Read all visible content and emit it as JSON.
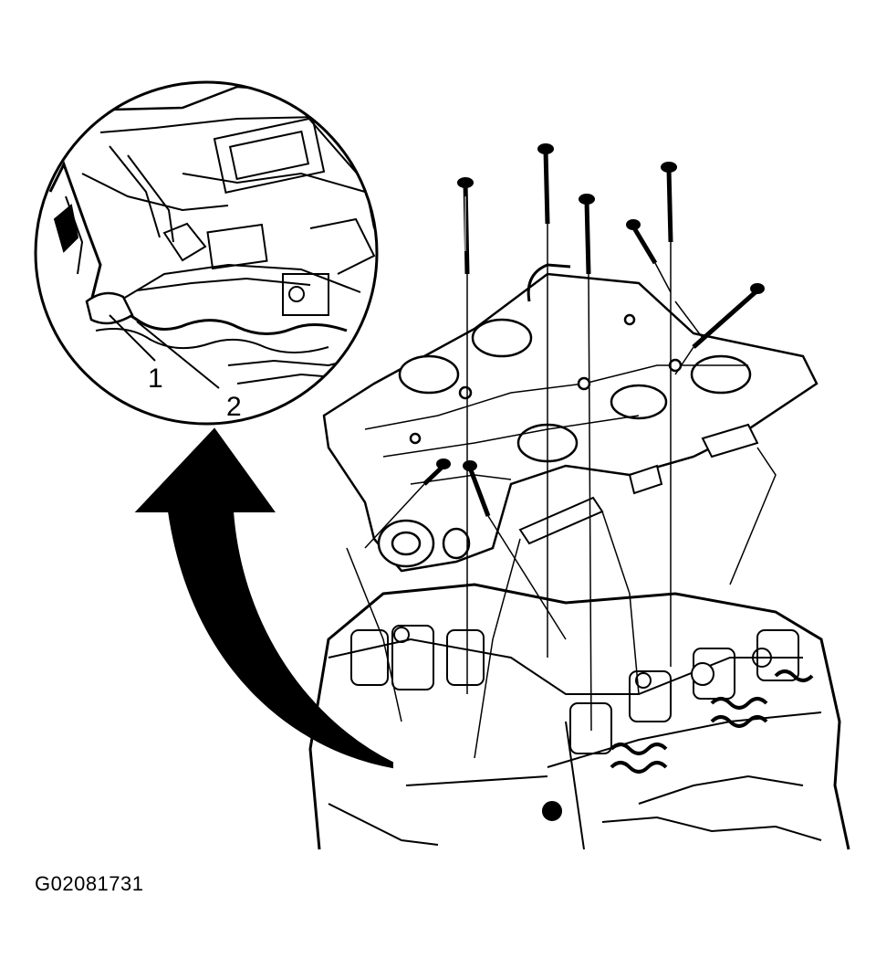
{
  "diagram": {
    "figure_id": "G02081731",
    "callouts": [
      {
        "label": "1"
      },
      {
        "label": "2"
      }
    ]
  },
  "colors": {
    "ink": "#000000",
    "paper": "#ffffff"
  }
}
